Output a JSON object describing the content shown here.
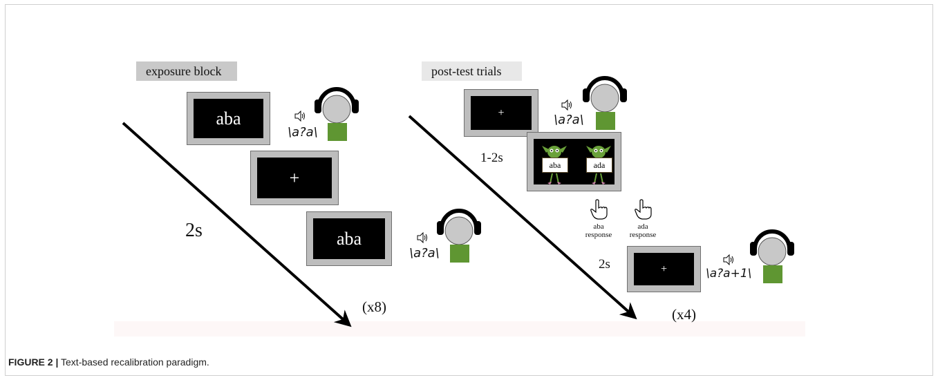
{
  "exposure": {
    "tag": "exposure block",
    "screen1": "aba",
    "screen2": "+",
    "screen3": "aba",
    "ipa1": "\\a?a\\",
    "ipa2": "\\a?a\\",
    "duration": "2s",
    "repeat": "(x8)"
  },
  "posttest": {
    "tag": "post-test trials",
    "screen1": "+",
    "ipa1": "\\a?a\\",
    "jitter": "1-2s",
    "choice_left": "aba",
    "choice_right": "ada",
    "response_left": [
      "aba",
      "response"
    ],
    "response_right": [
      "ada",
      "response"
    ],
    "duration": "2s",
    "screen3": "+",
    "ipa2": "\\a?a+1\\",
    "repeat": "(x4)"
  },
  "caption": {
    "label": "FIGURE 2 |",
    "text": " Text-based recalibration paradigm."
  },
  "colors": {
    "screen_bezel": "#bdbdbd",
    "screen": "#000000",
    "shirt": "#5f9632",
    "head": "#c8c8c8",
    "headphones": "#000000",
    "goblin": "#6aa13a"
  },
  "icons": [
    "speaker-icon",
    "listener-person-icon",
    "pointing-hand-icon",
    "goblin-character"
  ]
}
